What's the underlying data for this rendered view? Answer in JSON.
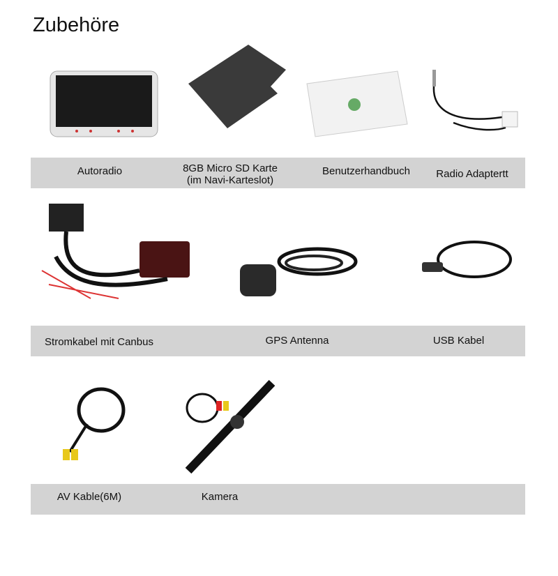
{
  "title": "Zubehöre",
  "items": [
    {
      "label": "Autoradio"
    },
    {
      "label": "8GB Micro SD Karte",
      "label2": "(im Navi-Karteslot)"
    },
    {
      "label": "Benutzerhandbuch"
    },
    {
      "label": "Radio Adaptertt"
    },
    {
      "label": "Stromkabel mit Canbus"
    },
    {
      "label": "GPS Antenna"
    },
    {
      "label": "USB Kabel"
    },
    {
      "label": "AV Kable(6M)"
    },
    {
      "label": "Kamera"
    }
  ],
  "colors": {
    "bar": "#d3d3d3"
  }
}
